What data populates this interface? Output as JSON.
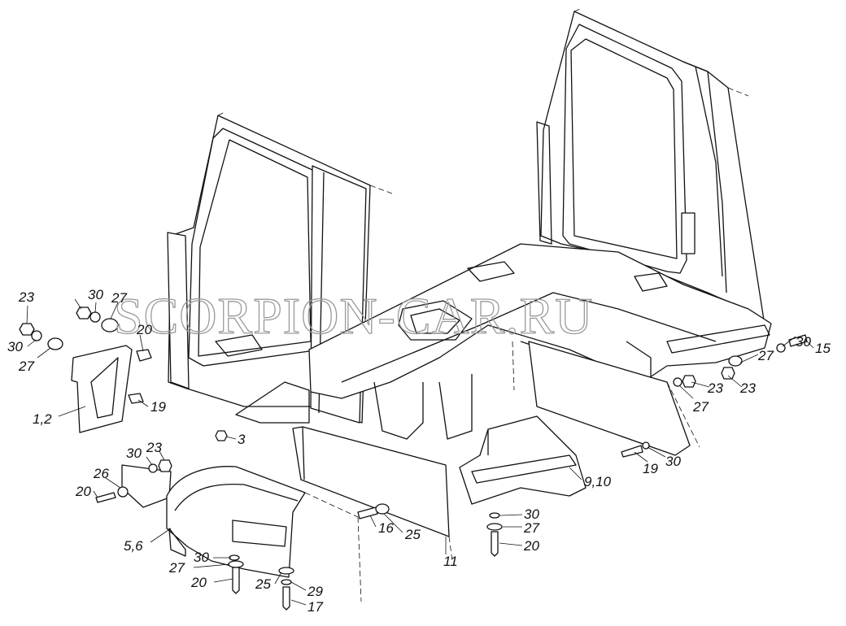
{
  "watermark": "SCORPION-CAR.RU",
  "callouts": [
    "23",
    "30",
    "27",
    "30",
    "27",
    "20",
    "1,2",
    "19",
    "3",
    "30",
    "23",
    "26",
    "20",
    "5,6",
    "30",
    "27",
    "20",
    "16",
    "25",
    "11",
    "25",
    "29",
    "17",
    "30",
    "27",
    "20",
    "9,10",
    "19",
    "30",
    "27",
    "23",
    "23",
    "27",
    "15",
    "30"
  ]
}
